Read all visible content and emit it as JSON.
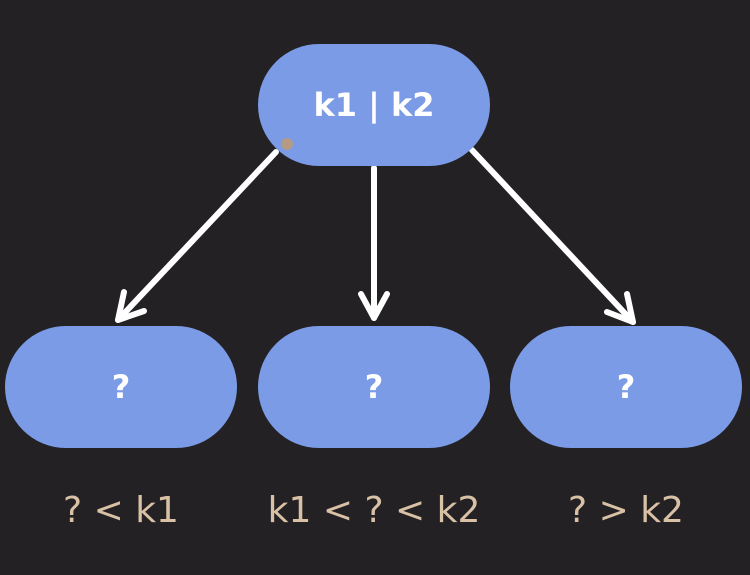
{
  "root": {
    "label": "k1 | k2"
  },
  "children": [
    {
      "label": "?",
      "condition": "? < k1"
    },
    {
      "label": "?",
      "condition": "k1 < ? < k2"
    },
    {
      "label": "?",
      "condition": "? > k2"
    }
  ],
  "colors": {
    "background": "#232124",
    "node_fill": "#7b9be6",
    "node_text": "#ffffff",
    "edge": "#ffffff",
    "condition_text": "#d9c1a6"
  }
}
